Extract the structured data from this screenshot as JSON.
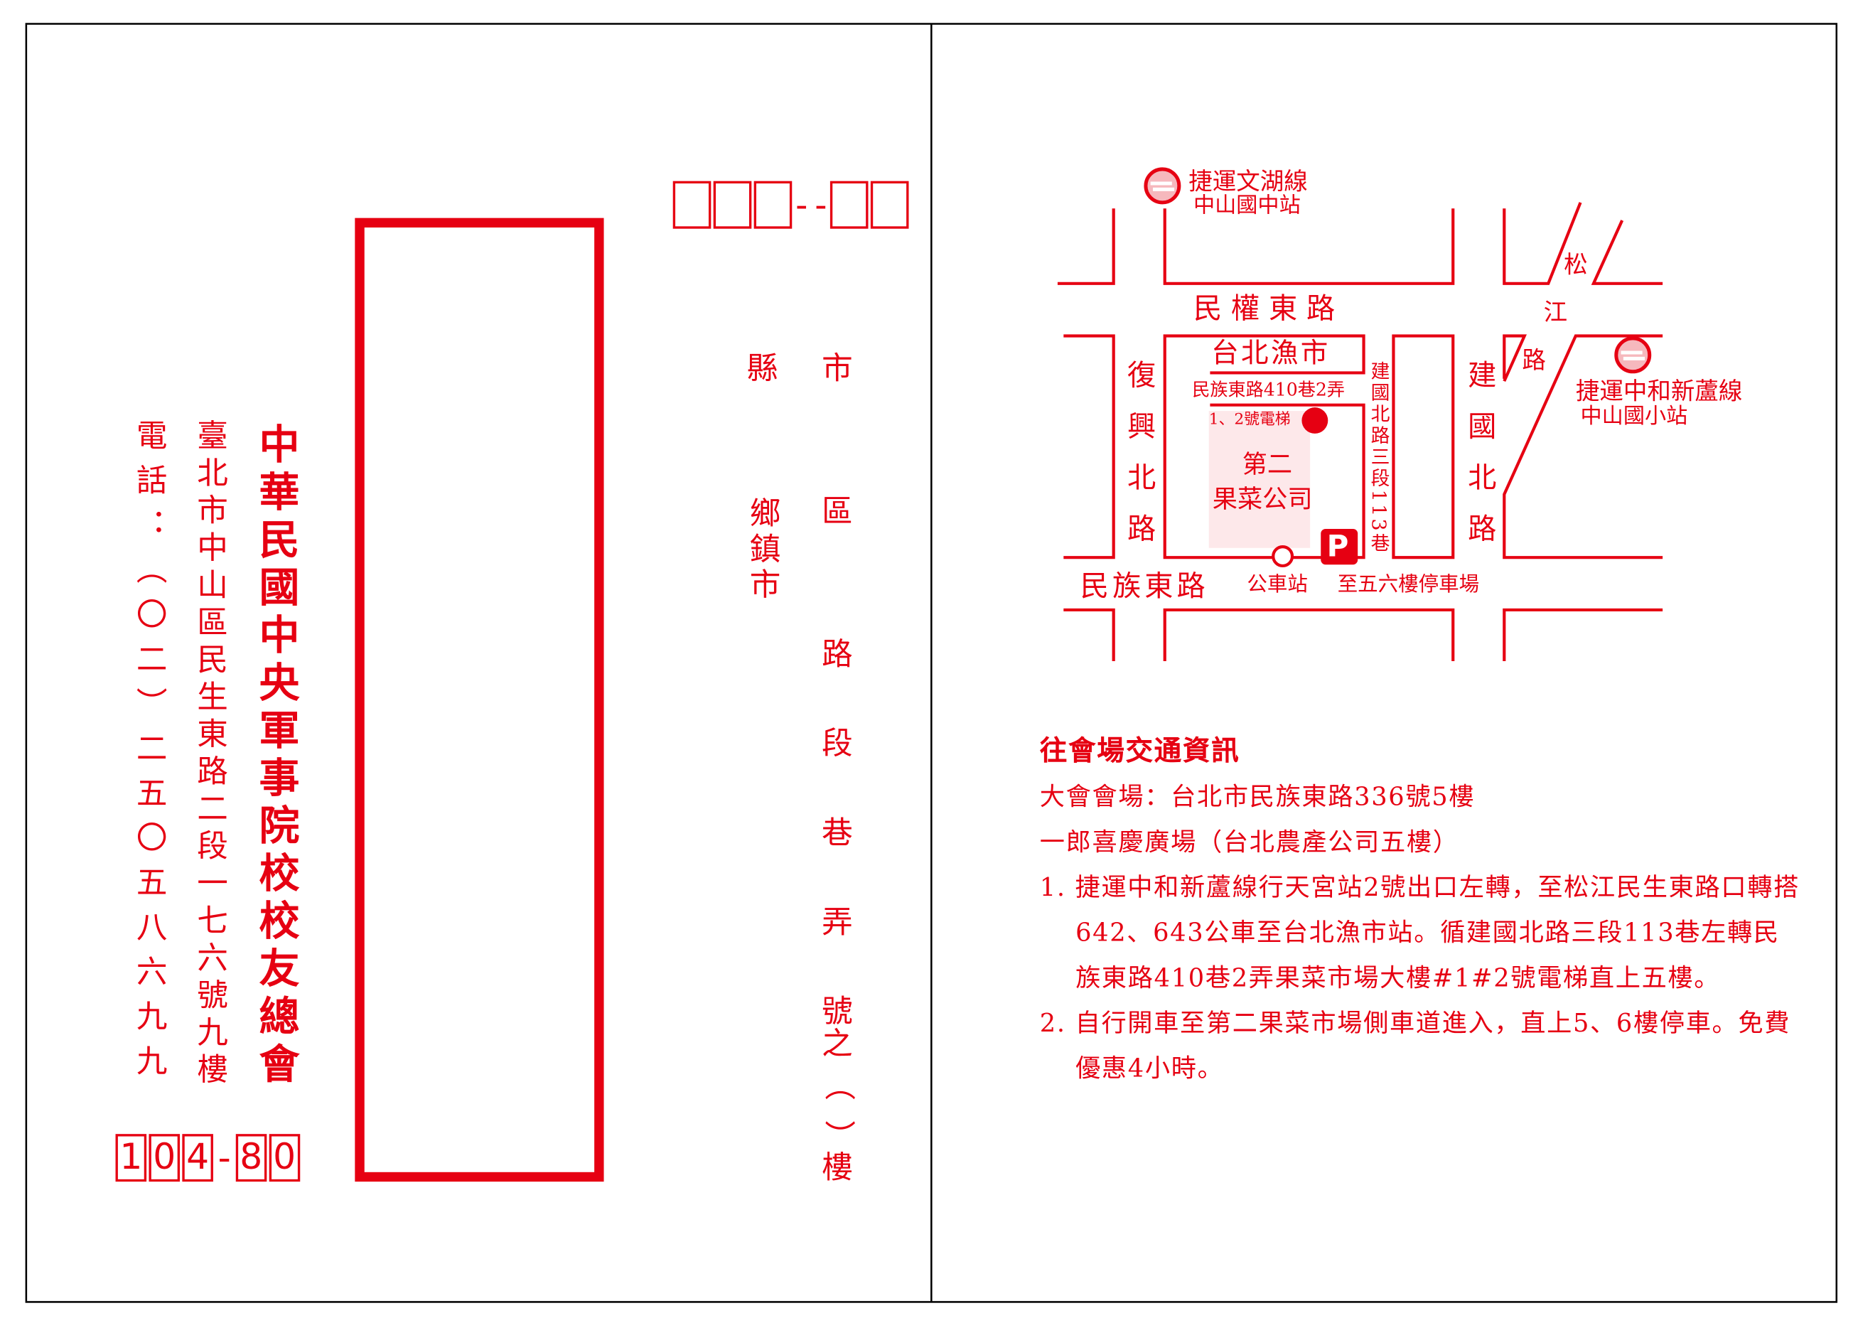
{
  "colors": {
    "accent": "#e60012",
    "pink": "#fde8ea"
  },
  "left": {
    "org_name": "中華民國中央軍事院校校友總會",
    "address": "臺北市中山區民生東路二段一七六號九樓",
    "phone": "電話：（〇二）二五〇五八六九九",
    "sender_zip": [
      "1",
      "0",
      "4",
      "-",
      "8",
      "0"
    ],
    "recipient_zip_placeholder": [
      "",
      "",
      "",
      "-",
      "",
      ""
    ],
    "labels": {
      "county": "縣",
      "township": "鄉鎮市",
      "city": "市",
      "district": "區",
      "road": "路",
      "section": "段",
      "lane": "巷",
      "alley": "弄",
      "number": "號",
      "of": "之",
      "paren": "（ ）",
      "floor": "樓"
    }
  },
  "map": {
    "mrt1_line": "捷運文湖線",
    "mrt1_station": "中山國中站",
    "mrt2_line": "捷運中和新蘆線",
    "mrt2_station": "中山國小站",
    "road_minquan": "民 權 東 路",
    "road_minzu": "民族東路",
    "road_fuxing": "復興北路",
    "road_jianguo": "建國北路",
    "road_songjiang": [
      "松",
      "江",
      "路"
    ],
    "lane_jianguo": "建國北路三段113巷",
    "fish_market": "台北漁市",
    "lane_minzu": "民族東路410巷2弄",
    "elevator": "1、2號電梯",
    "fruit_company": [
      "第二",
      "果菜公司"
    ],
    "bus_stop": "公車站",
    "parking_label": "至五六樓停車場",
    "parking_icon": "P"
  },
  "info": {
    "title": "往會場交通資訊",
    "venue": "大會會場：台北市民族東路336號5樓",
    "venue_sub": "一郎喜慶廣場（台北農產公司五樓）",
    "step1": "1. 捷運中和新蘆線行天宮站2號出口左轉，至松江民生東路口轉搭642、643公車至台北漁市站。循建國北路三段113巷左轉民族東路410巷2弄果菜市場大樓#1#2號電梯直上五樓。",
    "step2": "2. 自行開車至第二果菜市場側車道進入，直上5、6樓停車。免費優惠4小時。"
  }
}
